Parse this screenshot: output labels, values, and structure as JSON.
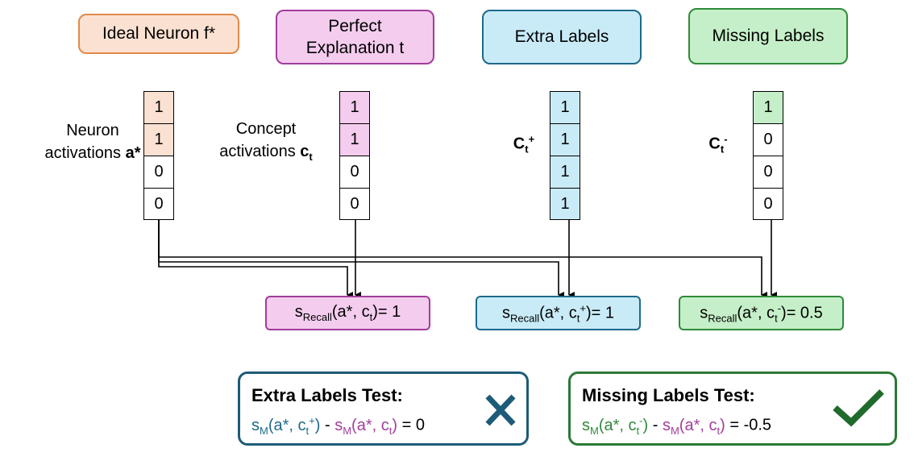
{
  "headers": {
    "ideal_neuron": "Ideal Neuron f*",
    "perfect_explanation_line1": "Perfect",
    "perfect_explanation_line2": "Explanation t",
    "extra_labels": "Extra Labels",
    "missing_labels": "Missing Labels"
  },
  "labels": {
    "neuron_activations_line1": "Neuron",
    "neuron_activations_line2": "activations ",
    "neuron_activations_bold": "a*",
    "concept_activations_line1": "Concept",
    "concept_activations_line2": "activations ",
    "concept_activations_bold": "c",
    "concept_activations_sub": "t",
    "ct_plus_base": "C",
    "ct_plus_sub": "t",
    "ct_plus_sup": "+",
    "ct_minus_base": "C",
    "ct_minus_sub": "t",
    "ct_minus_sup": "-"
  },
  "vectors": {
    "neuron": [
      "1",
      "1",
      "0",
      "0"
    ],
    "concept": [
      "1",
      "1",
      "0",
      "0"
    ],
    "extra": [
      "1",
      "1",
      "1",
      "1"
    ],
    "missing": [
      "1",
      "0",
      "0",
      "0"
    ]
  },
  "results": {
    "perfect": {
      "s": "s",
      "sub": "Recall",
      "args": "(a*, c",
      "argsub": "t",
      "argsup": "",
      "tail": ")= 1"
    },
    "extra": {
      "s": "s",
      "sub": "Recall",
      "args": "(a*, c",
      "argsub": "t",
      "argsup": "+",
      "tail": ")= 1"
    },
    "missing": {
      "s": "s",
      "sub": "Recall",
      "args": "(a*, c",
      "argsub": "t",
      "argsup": "-",
      "tail": ")= 0.5"
    }
  },
  "tests": {
    "extra": {
      "title": "Extra Labels Test:",
      "lhs_s": "s",
      "lhs_sub": "M",
      "lhs_args": "(a*, c",
      "lhs_argsub": "t",
      "lhs_argsup": "+",
      "lhs_close": ")",
      "minus": " - ",
      "rhs_s": "s",
      "rhs_sub": "M",
      "rhs_args": "(a*, c",
      "rhs_argsub": "t",
      "rhs_close": ")",
      "result": " = 0",
      "outcome_icon": "cross-icon"
    },
    "missing": {
      "title": "Missing Labels Test:",
      "lhs_s": "s",
      "lhs_sub": "M",
      "lhs_args": "(a*, c",
      "lhs_argsub": "t",
      "lhs_argsup": "-",
      "lhs_close": ")",
      "minus": " - ",
      "rhs_s": "s",
      "rhs_sub": "M",
      "rhs_args": "(a*, c",
      "rhs_argsub": "t",
      "rhs_close": ")",
      "result": " = -0.5",
      "outcome_icon": "check-icon"
    }
  },
  "colors": {
    "ideal": "#fbe1d1",
    "perfect": "#f3ccee",
    "extra": "#c9ebf8",
    "missing": "#c5efc8",
    "blue_text": "#1d6a8a",
    "purple_text": "#a23d9b",
    "green_text": "#2f8a3a"
  }
}
